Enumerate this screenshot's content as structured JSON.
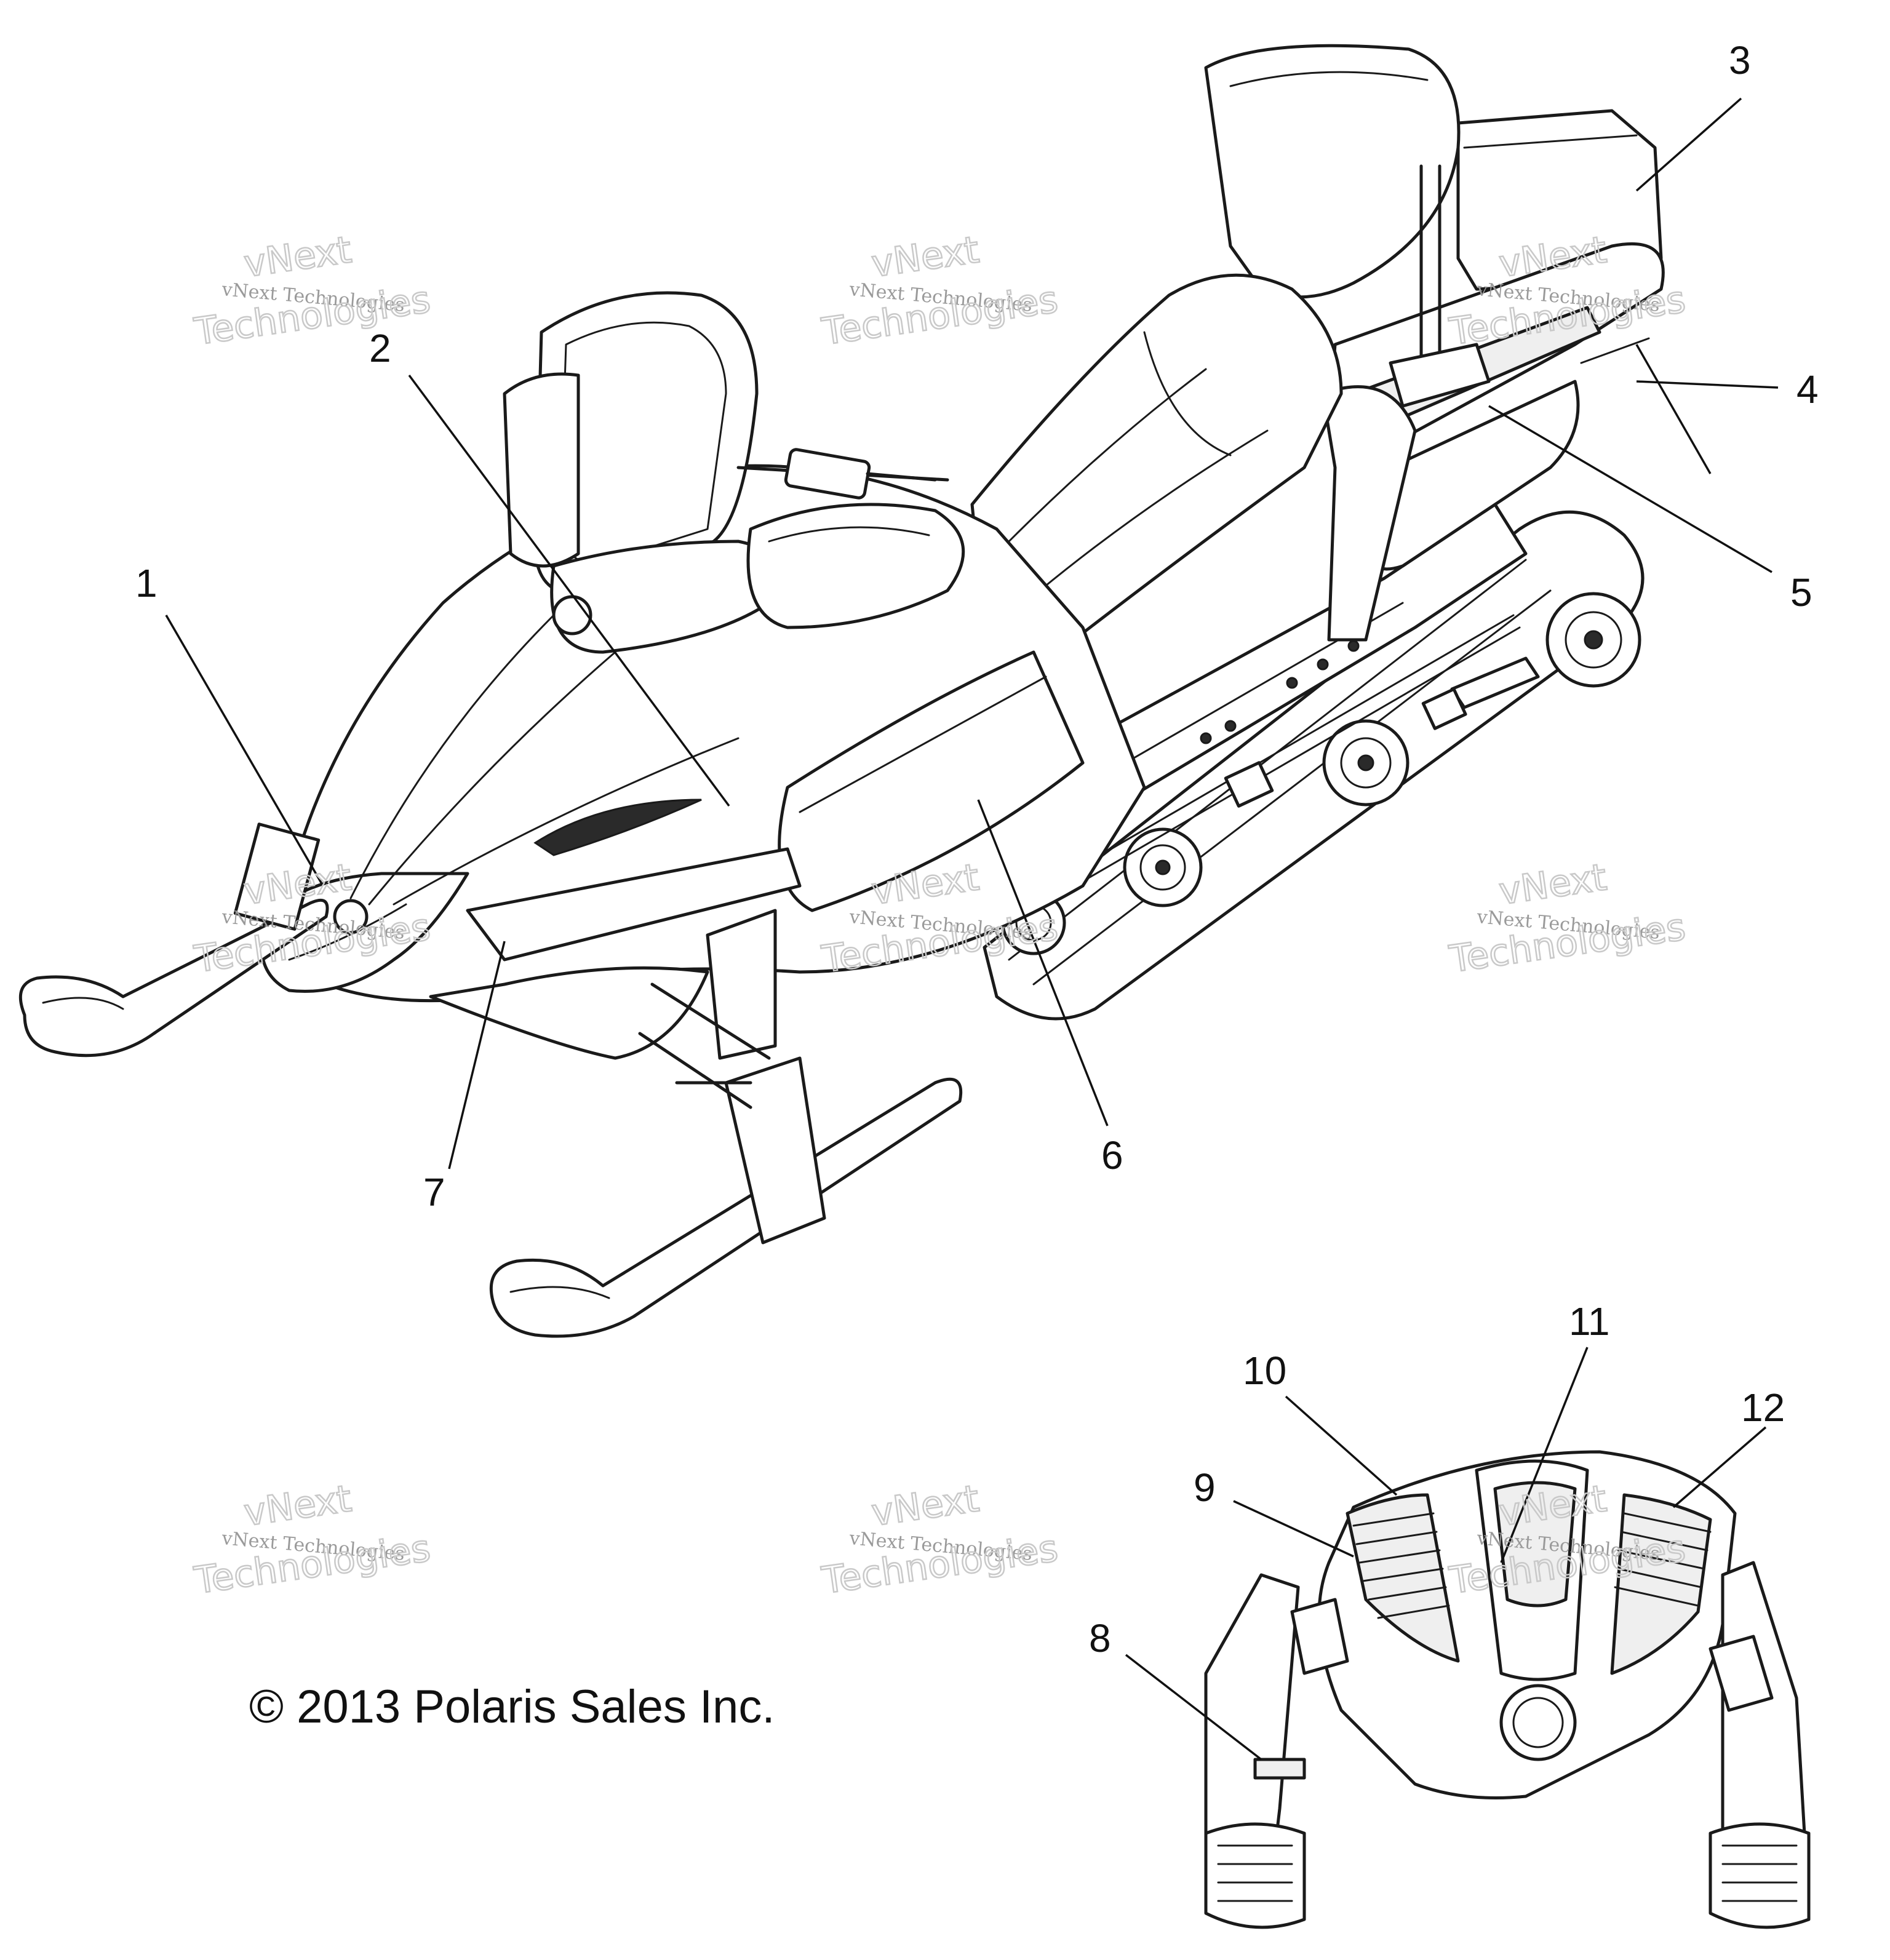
{
  "diagram": {
    "callouts": [
      "1",
      "2",
      "3",
      "4",
      "5",
      "6",
      "7",
      "8",
      "9",
      "10",
      "11",
      "12"
    ],
    "copyright": "© 2013 Polaris Sales Inc.",
    "watermark": {
      "line1": "vNext",
      "line2": "vNext Technologies",
      "line3": "Technologies"
    }
  }
}
